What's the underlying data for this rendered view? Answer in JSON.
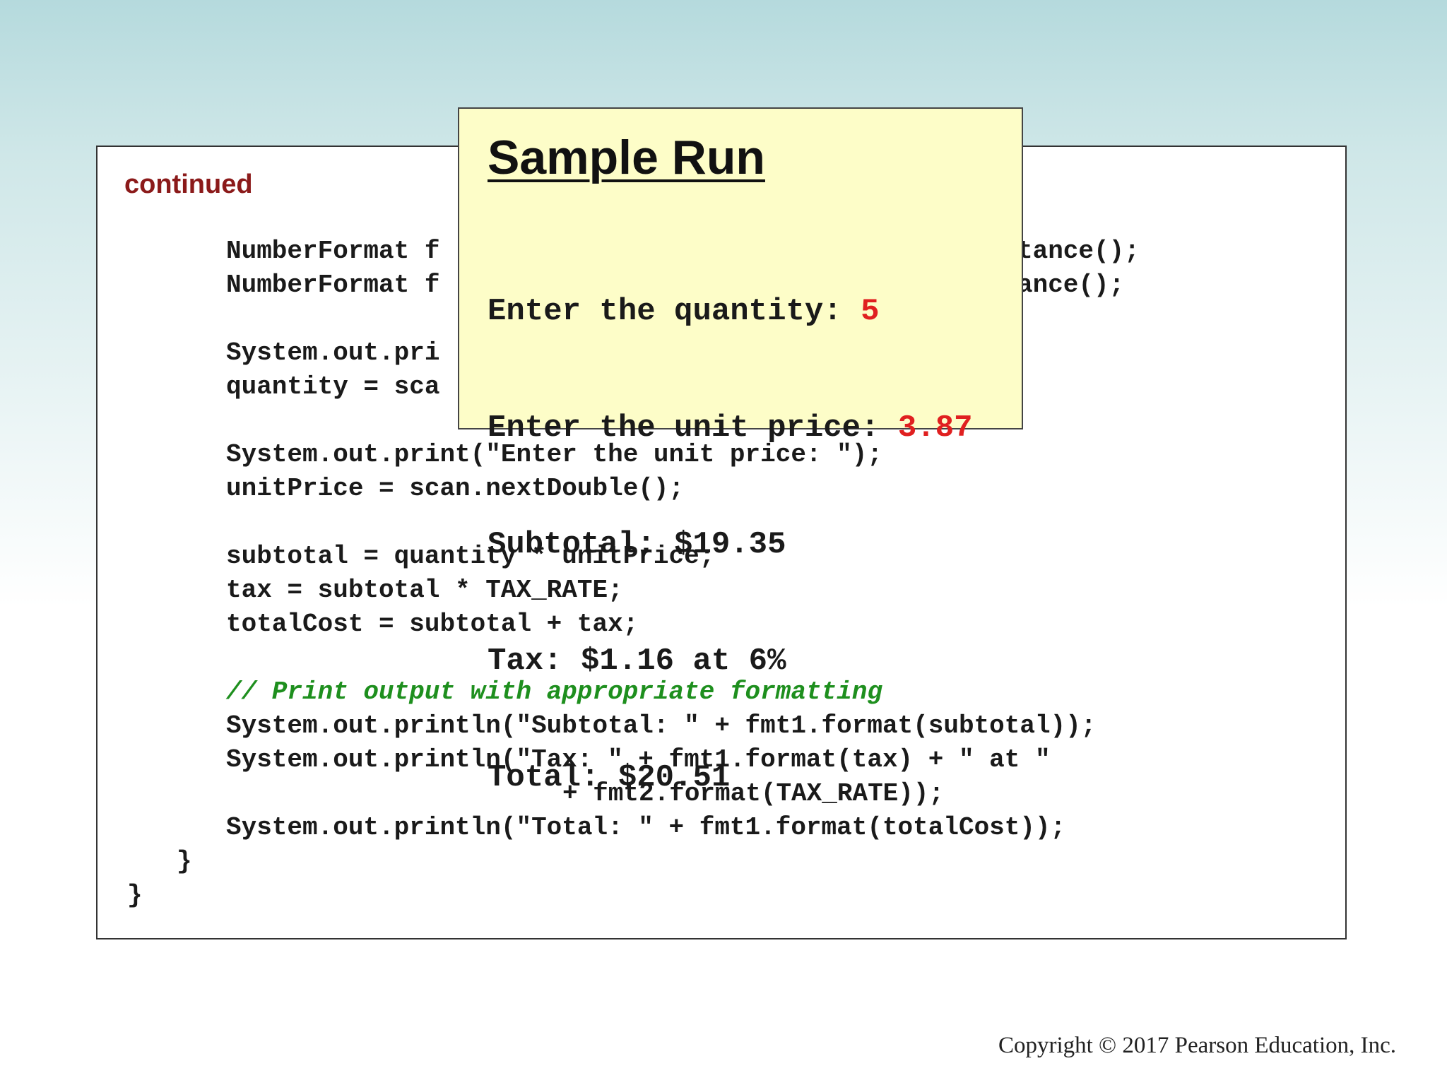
{
  "slide": {
    "continued_label": "continued",
    "copyright": "Copyright © 2017 Pearson Education, Inc."
  },
  "code": {
    "lines": [
      "NumberFormat f",
      "tance();",
      "NumberFormat f",
      "ance();",
      "System.out.pri",
      "quantity = sca",
      "System.out.print(\"Enter the unit price: \");",
      "unitPrice = scan.nextDouble();",
      "subtotal = quantity * unitPrice;",
      "tax = subtotal * TAX_RATE;",
      "totalCost = subtotal + tax;",
      "// Print output with appropriate formatting",
      "System.out.println(\"Subtotal: \" + fmt1.format(subtotal));",
      "System.out.println(\"Tax: \" + fmt1.format(tax) + \" at \"",
      "+ fmt2.format(TAX_RATE));",
      "System.out.println(\"Total: \" + fmt1.format(totalCost));",
      "}",
      "}"
    ]
  },
  "sample_run": {
    "title": "Sample Run",
    "lines": [
      {
        "prompt": "Enter the quantity: ",
        "input": "5"
      },
      {
        "prompt": "Enter the unit price: ",
        "input": "3.87"
      },
      {
        "prompt": "Subtotal: $19.35",
        "input": ""
      },
      {
        "prompt": "Tax: $1.16 at 6%",
        "input": ""
      },
      {
        "prompt": "Total: $20.51",
        "input": ""
      }
    ]
  },
  "colors": {
    "continued": "#8b1a1a",
    "comment": "#1e8f1e",
    "user_input": "#e02020",
    "sample_background": "#fdfdc8"
  }
}
